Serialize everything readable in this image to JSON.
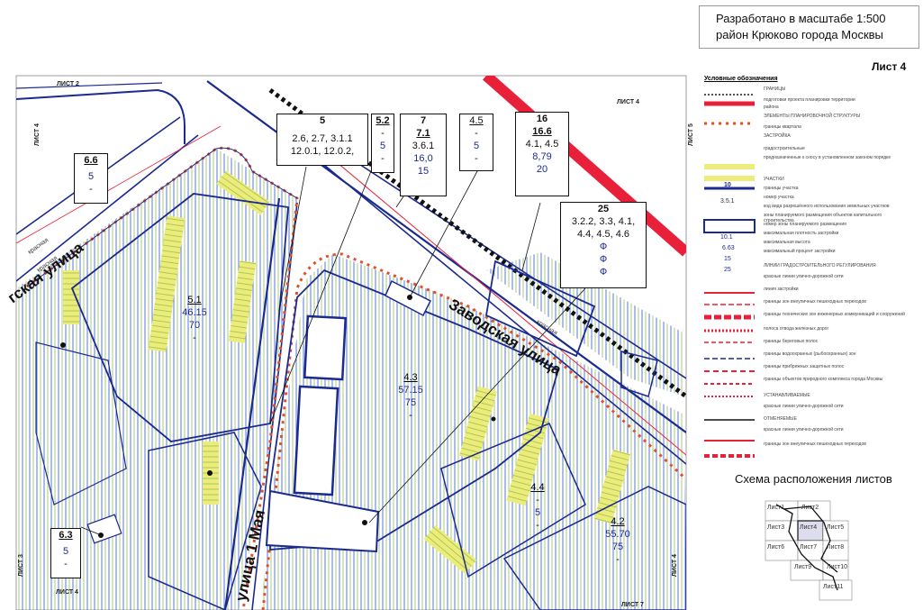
{
  "header": {
    "line1": "Разработано в масштабе 1:500",
    "line2": "район Крюково города Москвы"
  },
  "sheet_label": "Лист 4",
  "edge_labels": {
    "top_left": "ЛИСТ 2",
    "top_right": "ЛИСТ 4",
    "left_top": "ЛИСТ 4",
    "right_top": "ЛИСТ 5",
    "left_bottom3": "ЛИСТ 3",
    "left_bottom4": "ЛИСТ 4",
    "bottom_right": "ЛИСТ 4",
    "bottom_mid": "ЛИСТ 7"
  },
  "streets": {
    "zavodskaya": "Заводская улица",
    "may1": "улица 1 Мая",
    "left": "гская улица",
    "krasnaya1": "красная",
    "krasnaya2": "красная",
    "krasnaya3": "красная"
  },
  "callouts": {
    "c5": {
      "num": "5",
      "l1": "2.6, 2.7, 3.1.1",
      "l2": "12.0.1, 12.0.2,"
    },
    "c52": {
      "num": "5.2",
      "l1": "-",
      "l2": "5",
      "l3": "-"
    },
    "c7": {
      "num": "7",
      "sub": "7.1",
      "l1": "3.6.1",
      "l2": "16,0",
      "l3": "15"
    },
    "c45": {
      "num": "4.5",
      "l1": "-",
      "l2": "5",
      "l3": "-"
    },
    "c16": {
      "num": "16",
      "sub": "16.6",
      "l1": "4.1, 4.5",
      "l2": "8,79",
      "l3": "20"
    },
    "c25": {
      "num": "25",
      "l1": "3.2.2, 3.3, 4.1,",
      "l2": "4.4, 4.5, 4.6",
      "l3": "Ф",
      "l4": "Ф",
      "l5": "Ф"
    },
    "c66": {
      "num": "6.6",
      "l1": "5",
      "l2": "-"
    },
    "c63": {
      "num": "6.3",
      "l1": "5",
      "l2": "-"
    }
  },
  "parcels": {
    "p51": {
      "num": "5.1",
      "area": "46.15",
      "pct": "70",
      "h": "-"
    },
    "p43": {
      "num": "4.3",
      "area": "57.15",
      "pct": "75",
      "h": "-"
    },
    "p44": {
      "num": "4.4",
      "l1": "-",
      "l2": "5",
      "l3": "-"
    },
    "p42": {
      "num": "4.2",
      "area": "55.70",
      "pct": "75",
      "h": "-"
    }
  },
  "legend": {
    "title": "Условные обозначения",
    "rows": [
      "ГРАНИЦЫ",
      "подготовки проекта планировки территории",
      "района",
      "ЭЛЕМЕНТЫ ПЛАНИРОВОЧНОЙ СТРУКТУРЫ",
      "границы квартала",
      "ЗАСТРОЙКА",
      "градостроительные",
      "предназначенные к сносу в установленном законом порядке",
      "",
      "УЧАСТКИ",
      "границы участка",
      "номер участка",
      "код вида разрешённого использования земельных участков",
      "зоны планируемого размещения объектов капитального строительства",
      "номер зоны планируемого размещения",
      "максимальная плотность застройки",
      "максимальная высота",
      "максимальный процент застройки",
      "ЛИНИИ ГРАДОСТРОИТЕЛЬНОГО РЕГУЛИРОВАНИЯ",
      "красные линии улично-дорожной сети",
      "линия застройки",
      "границы зон внеуличных пешеходных переходов",
      "границы технических зон инженерных коммуникаций и сооружений",
      "полоса отвода железных дорог",
      "границы береговых полос",
      "границы водоохранных (рыбоохранных) зон",
      "границы прибрежных защитных полос",
      "границы объектов природного комплекса города Москвы",
      "УСТАНАВЛИВАЕМЫЕ",
      "красные линии улично-дорожной сети",
      "ОТМЕНЯЕМЫЕ",
      "красные линии улично-дорожной сети",
      "границы зон внеуличных пешеходных переходов"
    ],
    "sym_labels": {
      "n10": "10",
      "n351": "3.5.1",
      "n101": "10.1",
      "n663": "6.63",
      "n15": "15",
      "n25": "25"
    }
  },
  "scheme": {
    "title": "Схема расположения листов",
    "sheets": [
      "Лист1",
      "Лист2",
      "Лист3",
      "Лист4",
      "Лист5",
      "Лист6",
      "Лист7",
      "Лист8",
      "Лист9",
      "Лист10",
      "Лист11"
    ]
  },
  "colors": {
    "red_line": "#e8203a",
    "blue_line": "#1b2a8f",
    "hatch": "#5a7ad6",
    "yellow": "#ecec7a",
    "green": "#6fa23a",
    "orange": "#e0502a"
  }
}
